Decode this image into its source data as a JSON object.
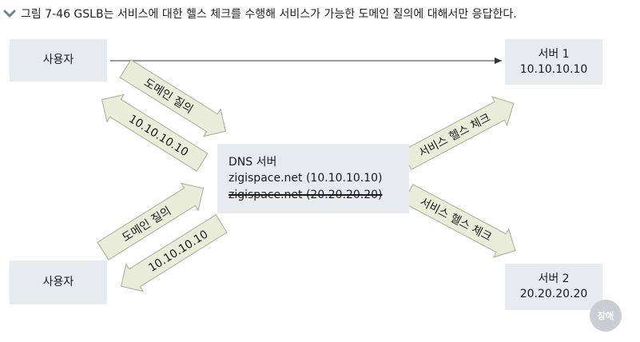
{
  "caption": "그림 7-46 GSLB는 서비스에 대한 헬스 체크를 수행해 서비스가 가능한 도메인 질의에 대해서만 응답한다.",
  "user_top": {
    "label": "사용자"
  },
  "user_bottom": {
    "label": "사용자"
  },
  "server1": {
    "name": "서버 1",
    "ip": "10.10.10.10"
  },
  "server2": {
    "name": "서버 2",
    "ip": "20.20.20.20"
  },
  "dns": {
    "title": "DNS 서버",
    "record_active": "zigispace.net (10.10.10.10)",
    "record_struck": "zigispace.net (20.20.20.20)"
  },
  "arrows": {
    "query_top": "도메인 질의",
    "answer_top": "10.10.10.10",
    "query_bottom": "도메인 질의",
    "answer_bottom": "10.10.10.10",
    "health_check_1": "서비스 헬스 체크",
    "health_check_2": "서비스 헬스 체크"
  },
  "badge": "장애",
  "colors": {
    "box_fill": "#e6ebf0",
    "arrow_fill": "#e8ecd8",
    "arrow_stroke": "#a7ad92",
    "line": "#333333"
  }
}
